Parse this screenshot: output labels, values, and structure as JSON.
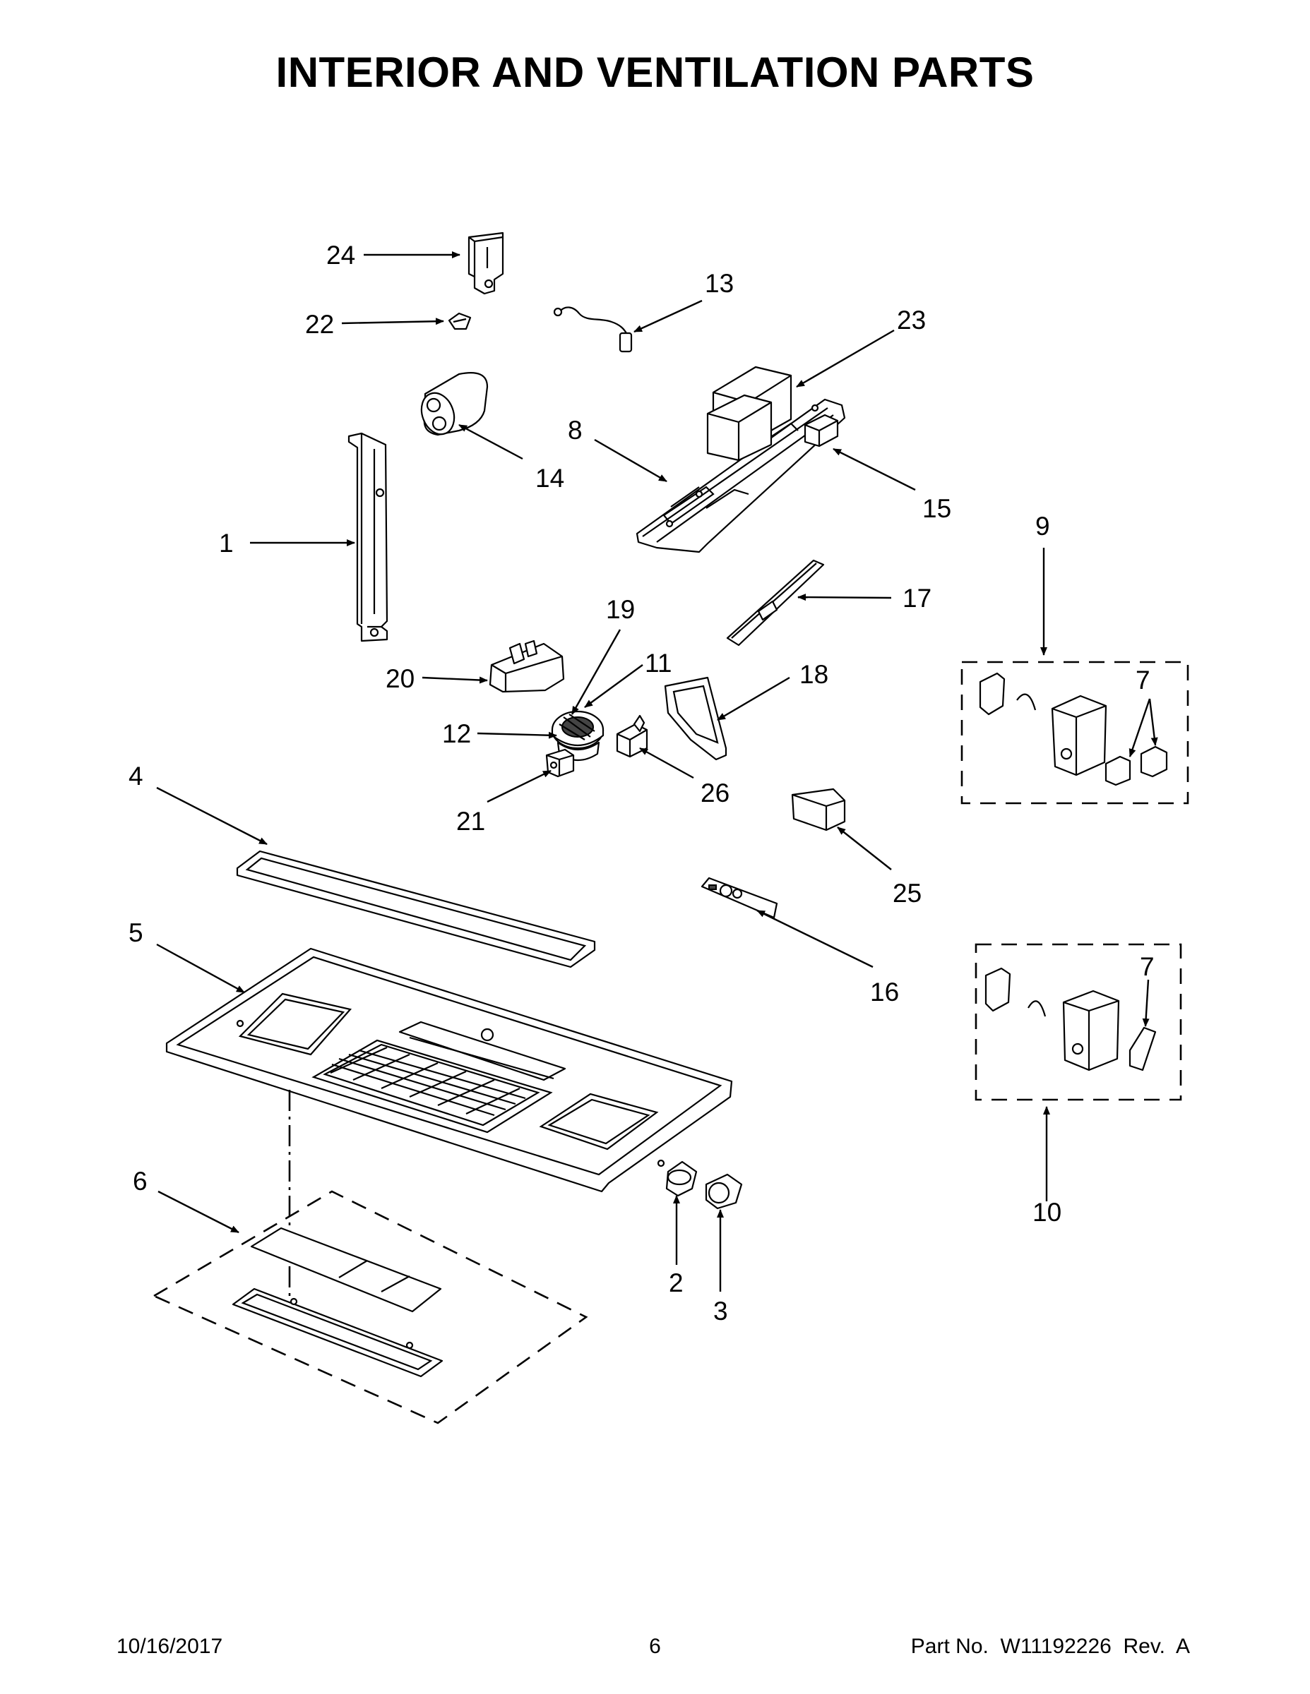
{
  "title": "INTERIOR AND VENTILATION PARTS",
  "callouts": [
    "1",
    "2",
    "3",
    "4",
    "5",
    "6",
    "7",
    "7",
    "8",
    "9",
    "10",
    "11",
    "12",
    "13",
    "14",
    "15",
    "16",
    "17",
    "18",
    "19",
    "20",
    "21",
    "22",
    "23",
    "24",
    "25",
    "26"
  ],
  "footer": {
    "date": "10/16/2017",
    "page": "6",
    "part": "Part No.  W11192226  Rev.  A"
  }
}
